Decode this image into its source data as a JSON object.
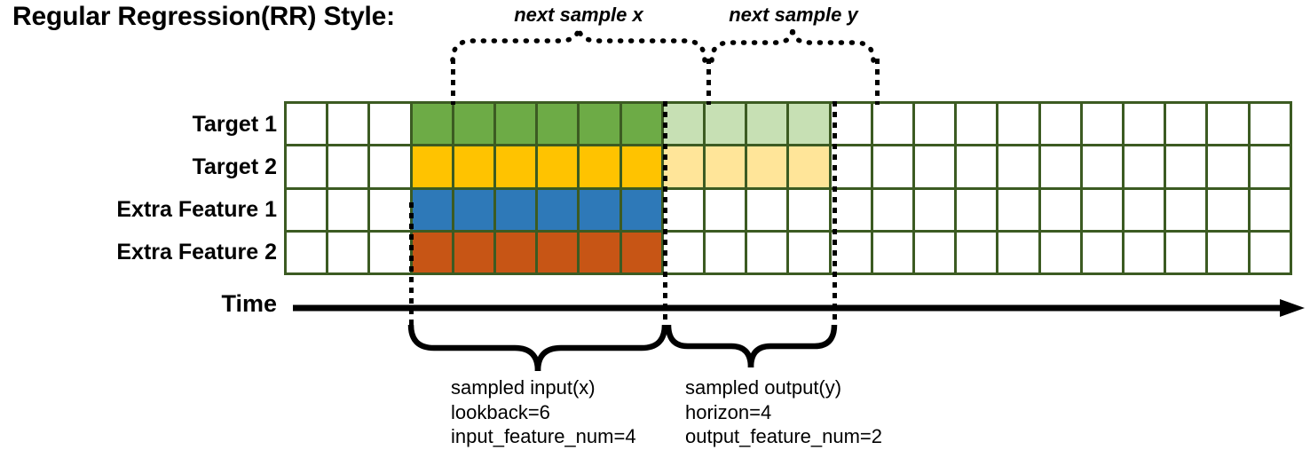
{
  "title": "Regular Regression(RR) Style:",
  "rows": [
    {
      "label": "Target 1",
      "name": "target-1"
    },
    {
      "label": "Target 2",
      "name": "target-2"
    },
    {
      "label": "Extra Feature 1",
      "name": "extra-feature-1"
    },
    {
      "label": "Extra Feature 2",
      "name": "extra-feature-2"
    }
  ],
  "grid": {
    "columns": 24,
    "leading_blank": 3,
    "input_span": 6,
    "output_span": 4,
    "trailing_blank": 11
  },
  "colors": {
    "border": "#3C5B22",
    "target1_input": "#6DAB46",
    "target1_output": "#C7E0B4",
    "target2_input": "#FFC300",
    "target2_output": "#FFE599",
    "feature1_input": "#2E79B8",
    "feature2_input": "#C75515",
    "blank": "#FFFFFF"
  },
  "cells": [
    [
      "#FFFFFF",
      "#FFFFFF",
      "#FFFFFF",
      "#6DAB46",
      "#6DAB46",
      "#6DAB46",
      "#6DAB46",
      "#6DAB46",
      "#6DAB46",
      "#C7E0B4",
      "#C7E0B4",
      "#C7E0B4",
      "#C7E0B4",
      "#FFFFFF",
      "#FFFFFF",
      "#FFFFFF",
      "#FFFFFF",
      "#FFFFFF",
      "#FFFFFF",
      "#FFFFFF",
      "#FFFFFF",
      "#FFFFFF",
      "#FFFFFF",
      "#FFFFFF"
    ],
    [
      "#FFFFFF",
      "#FFFFFF",
      "#FFFFFF",
      "#FFC300",
      "#FFC300",
      "#FFC300",
      "#FFC300",
      "#FFC300",
      "#FFC300",
      "#FFE599",
      "#FFE599",
      "#FFE599",
      "#FFE599",
      "#FFFFFF",
      "#FFFFFF",
      "#FFFFFF",
      "#FFFFFF",
      "#FFFFFF",
      "#FFFFFF",
      "#FFFFFF",
      "#FFFFFF",
      "#FFFFFF",
      "#FFFFFF",
      "#FFFFFF"
    ],
    [
      "#FFFFFF",
      "#FFFFFF",
      "#FFFFFF",
      "#2E79B8",
      "#2E79B8",
      "#2E79B8",
      "#2E79B8",
      "#2E79B8",
      "#2E79B8",
      "#FFFFFF",
      "#FFFFFF",
      "#FFFFFF",
      "#FFFFFF",
      "#FFFFFF",
      "#FFFFFF",
      "#FFFFFF",
      "#FFFFFF",
      "#FFFFFF",
      "#FFFFFF",
      "#FFFFFF",
      "#FFFFFF",
      "#FFFFFF",
      "#FFFFFF",
      "#FFFFFF"
    ],
    [
      "#FFFFFF",
      "#FFFFFF",
      "#FFFFFF",
      "#C75515",
      "#C75515",
      "#C75515",
      "#C75515",
      "#C75515",
      "#C75515",
      "#FFFFFF",
      "#FFFFFF",
      "#FFFFFF",
      "#FFFFFF",
      "#FFFFFF",
      "#FFFFFF",
      "#FFFFFF",
      "#FFFFFF",
      "#FFFFFF",
      "#FFFFFF",
      "#FFFFFF",
      "#FFFFFF",
      "#FFFFFF",
      "#FFFFFF",
      "#FFFFFF"
    ]
  ],
  "axis": {
    "label": "Time",
    "arrow": "right-arrow"
  },
  "top_braces": [
    {
      "label": "next sample x",
      "name": "next-sample-x"
    },
    {
      "label": "next sample y",
      "name": "next-sample-y"
    }
  ],
  "bottom_captions": [
    {
      "name": "sampled-input",
      "line1": "sampled input(x)",
      "line2": "lookback=6",
      "line3": "input_feature_num=4"
    },
    {
      "name": "sampled-output",
      "line1": "sampled output(y)",
      "line2": "horizon=4",
      "line3": "output_feature_num=2"
    }
  ]
}
